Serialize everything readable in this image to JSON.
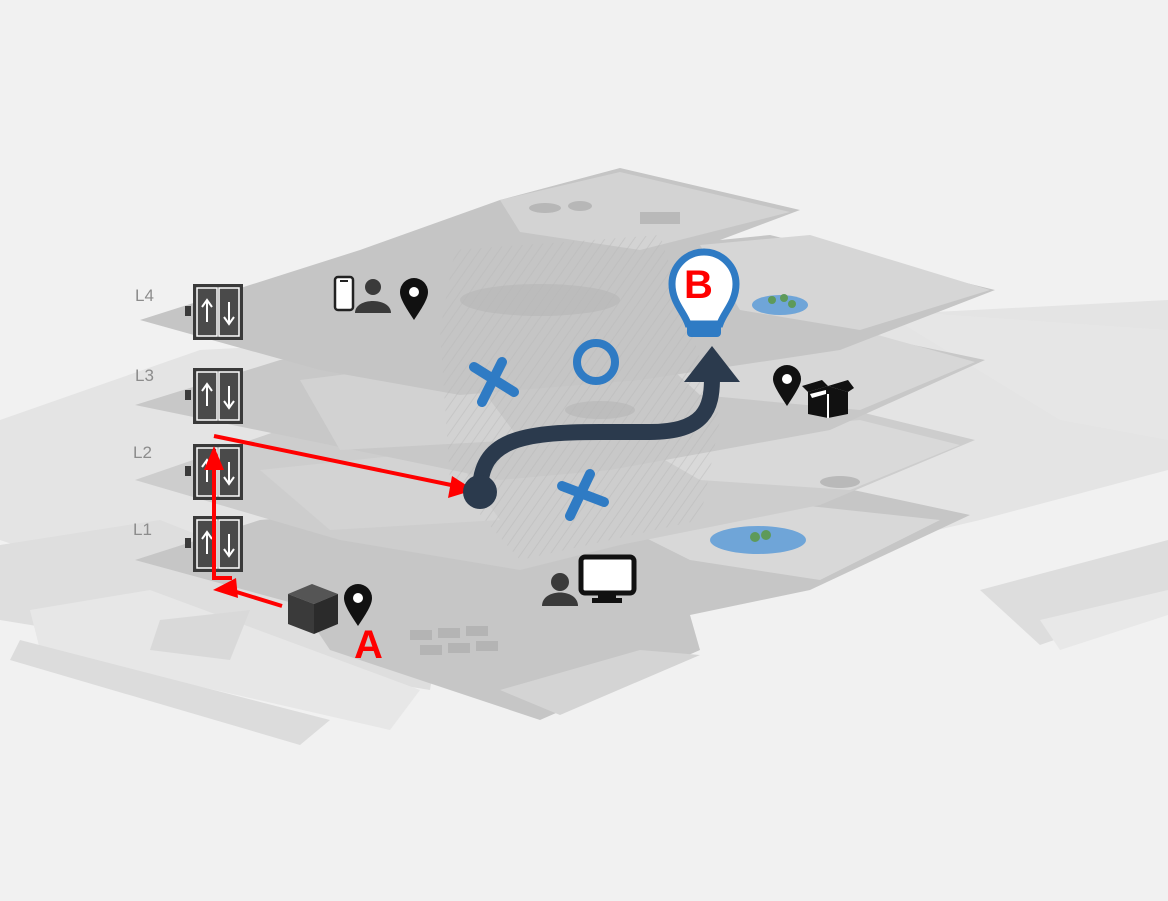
{
  "floors": [
    {
      "label": "L4"
    },
    {
      "label": "L3"
    },
    {
      "label": "L2"
    },
    {
      "label": "L1"
    }
  ],
  "points": {
    "start": {
      "label": "A"
    },
    "end": {
      "label": "B"
    }
  },
  "colors": {
    "background": "#f1f1f1",
    "floor_fill": "#c9c9c9",
    "room_fill": "#d6d6d6",
    "ground_fill": "#e4e4e4",
    "route_red": "#ff0000",
    "route_navy": "#2b3a4d",
    "marker_blue": "#2f7bc4",
    "icon_dark": "#3a3a3a",
    "water": "#6fa5d8",
    "plant": "#5e9a5a"
  },
  "icons": [
    "elevator-icon",
    "phone-icon",
    "person-icon",
    "location-pin-icon",
    "cross-icon",
    "circle-icon",
    "lightbulb-icon",
    "open-box-icon",
    "cube-icon",
    "monitor-icon"
  ]
}
